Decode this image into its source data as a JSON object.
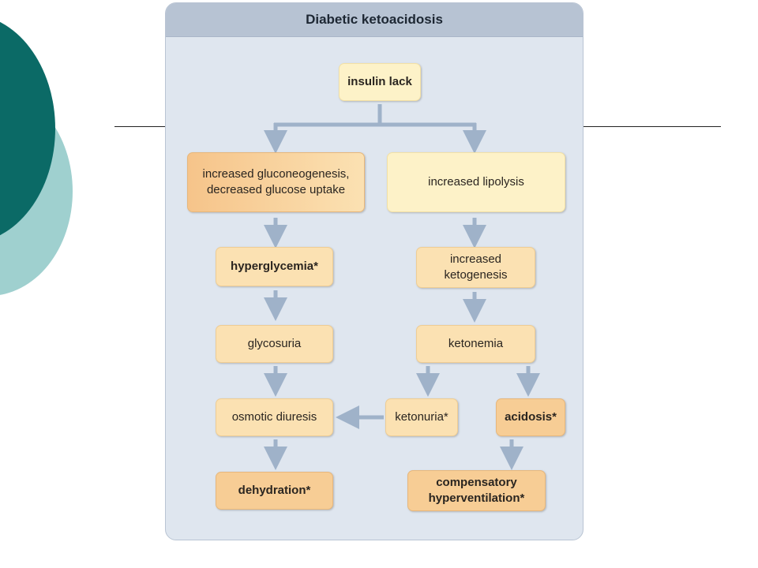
{
  "diagram": {
    "title": "Diabetic ketoacidosis",
    "nodes": {
      "insulin_lack": "insulin lack",
      "gluconeogenesis_line1": "increased gluconeogenesis,",
      "gluconeogenesis_line2": "decreased glucose uptake",
      "lipolysis": "increased lipolysis",
      "hyperglycemia": "hyperglycemia*",
      "ketogenesis_line1": "increased",
      "ketogenesis_line2": "ketogenesis",
      "glycosuria": "glycosuria",
      "ketonemia": "ketonemia",
      "osmotic_diuresis": "osmotic diuresis",
      "ketonuria": "ketonuria*",
      "acidosis": "acidosis*",
      "dehydration": "dehydration*",
      "hyperventilation_line1": "compensatory",
      "hyperventilation_line2": "hyperventilation*"
    },
    "colors": {
      "arrow": "#9fb2c9",
      "panel": "#dfe6ef",
      "header": "#b7c3d3",
      "accent_dark": "#0b6a66",
      "accent_light": "#9fd0cf"
    }
  }
}
